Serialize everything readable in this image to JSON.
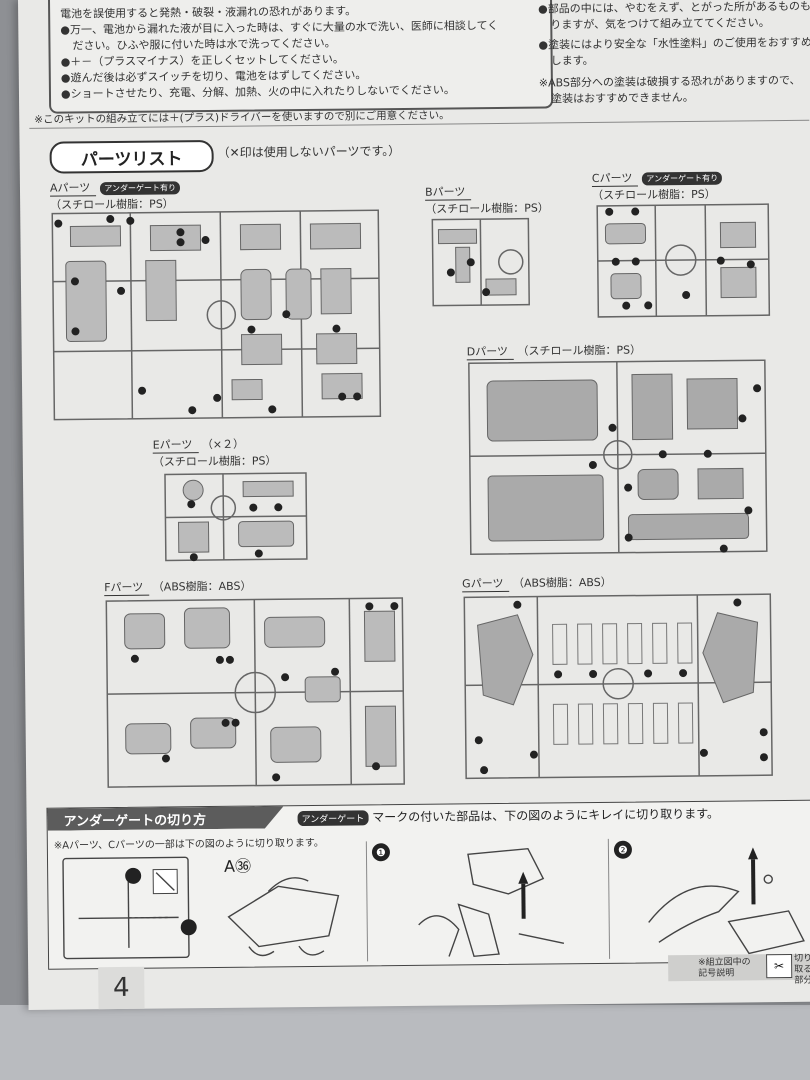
{
  "warnings": {
    "line0": "電池を誤使用すると発熱・破裂・液漏れの恐れがあります。",
    "line1": "●万一、電池から漏れた液が目に入った時は、すぐに大量の水で洗い、医師に相談してく",
    "line2": "ださい。ひふや服に付いた時は水で洗ってください。",
    "line3": "●＋－（プラスマイナス）を正しくセットしてください。",
    "line4": "●遊んだ後は必ずスイッチを切り、電池をはずしてください。",
    "line5": "●ショートさせたり、充電、分解、加熱、火の中に入れたりしないでください。"
  },
  "right_notes": {
    "line1": "●部品の中には、やむをえず、とがった所があるものもあ",
    "line2": "りますが、気をつけて組み立ててください。",
    "line3": "●塗装にはより安全な「水性塗料」のご使用をおすすめ",
    "line4": "します。",
    "line5": "※ABS部分への塗装は破損する恐れがありますので、",
    "line6": "塗装はおすすめできません。"
  },
  "kit_note": "※このキットの組み立てには＋(プラス)ドライバーを使いますので別にご用意ください。",
  "parts_list": {
    "title": "パーツリスト",
    "subtitle": "（✕印は使用しないパーツです。）",
    "badge": "アンダーゲート有り",
    "runners": {
      "A": {
        "name": "Aパーツ",
        "material": "（スチロール樹脂：PS）"
      },
      "B": {
        "name": "Bパーツ",
        "material": "（スチロール樹脂：PS）"
      },
      "C": {
        "name": "Cパーツ",
        "material": "（スチロール樹脂：PS）"
      },
      "D": {
        "name": "Dパーツ",
        "material": "（スチロール樹脂：PS）"
      },
      "E": {
        "name": "Eパーツ",
        "qty": "（×２）",
        "material": "（スチロール樹脂：PS）"
      },
      "F": {
        "name": "Fパーツ",
        "material": "（ABS樹脂：ABS）"
      },
      "G": {
        "name": "Gパーツ",
        "material": "（ABS樹脂：ABS）"
      }
    }
  },
  "undergate": {
    "title": "アンダーゲートの切り方",
    "badge": "アンダーゲート",
    "desc": "マークの付いた部品は、下の図のようにキレイに切り取ります。",
    "note": "※Aパーツ、Cパーツの一部は下の図のように切り取ります。",
    "part_ref": "A㊱",
    "step1": "❶",
    "step2": "❷"
  },
  "page_number": "4",
  "footer": {
    "legend_title1": "※組立図中の",
    "legend_title2": "記号説明",
    "key_label1": "切り取る",
    "key_label2": "部分"
  }
}
